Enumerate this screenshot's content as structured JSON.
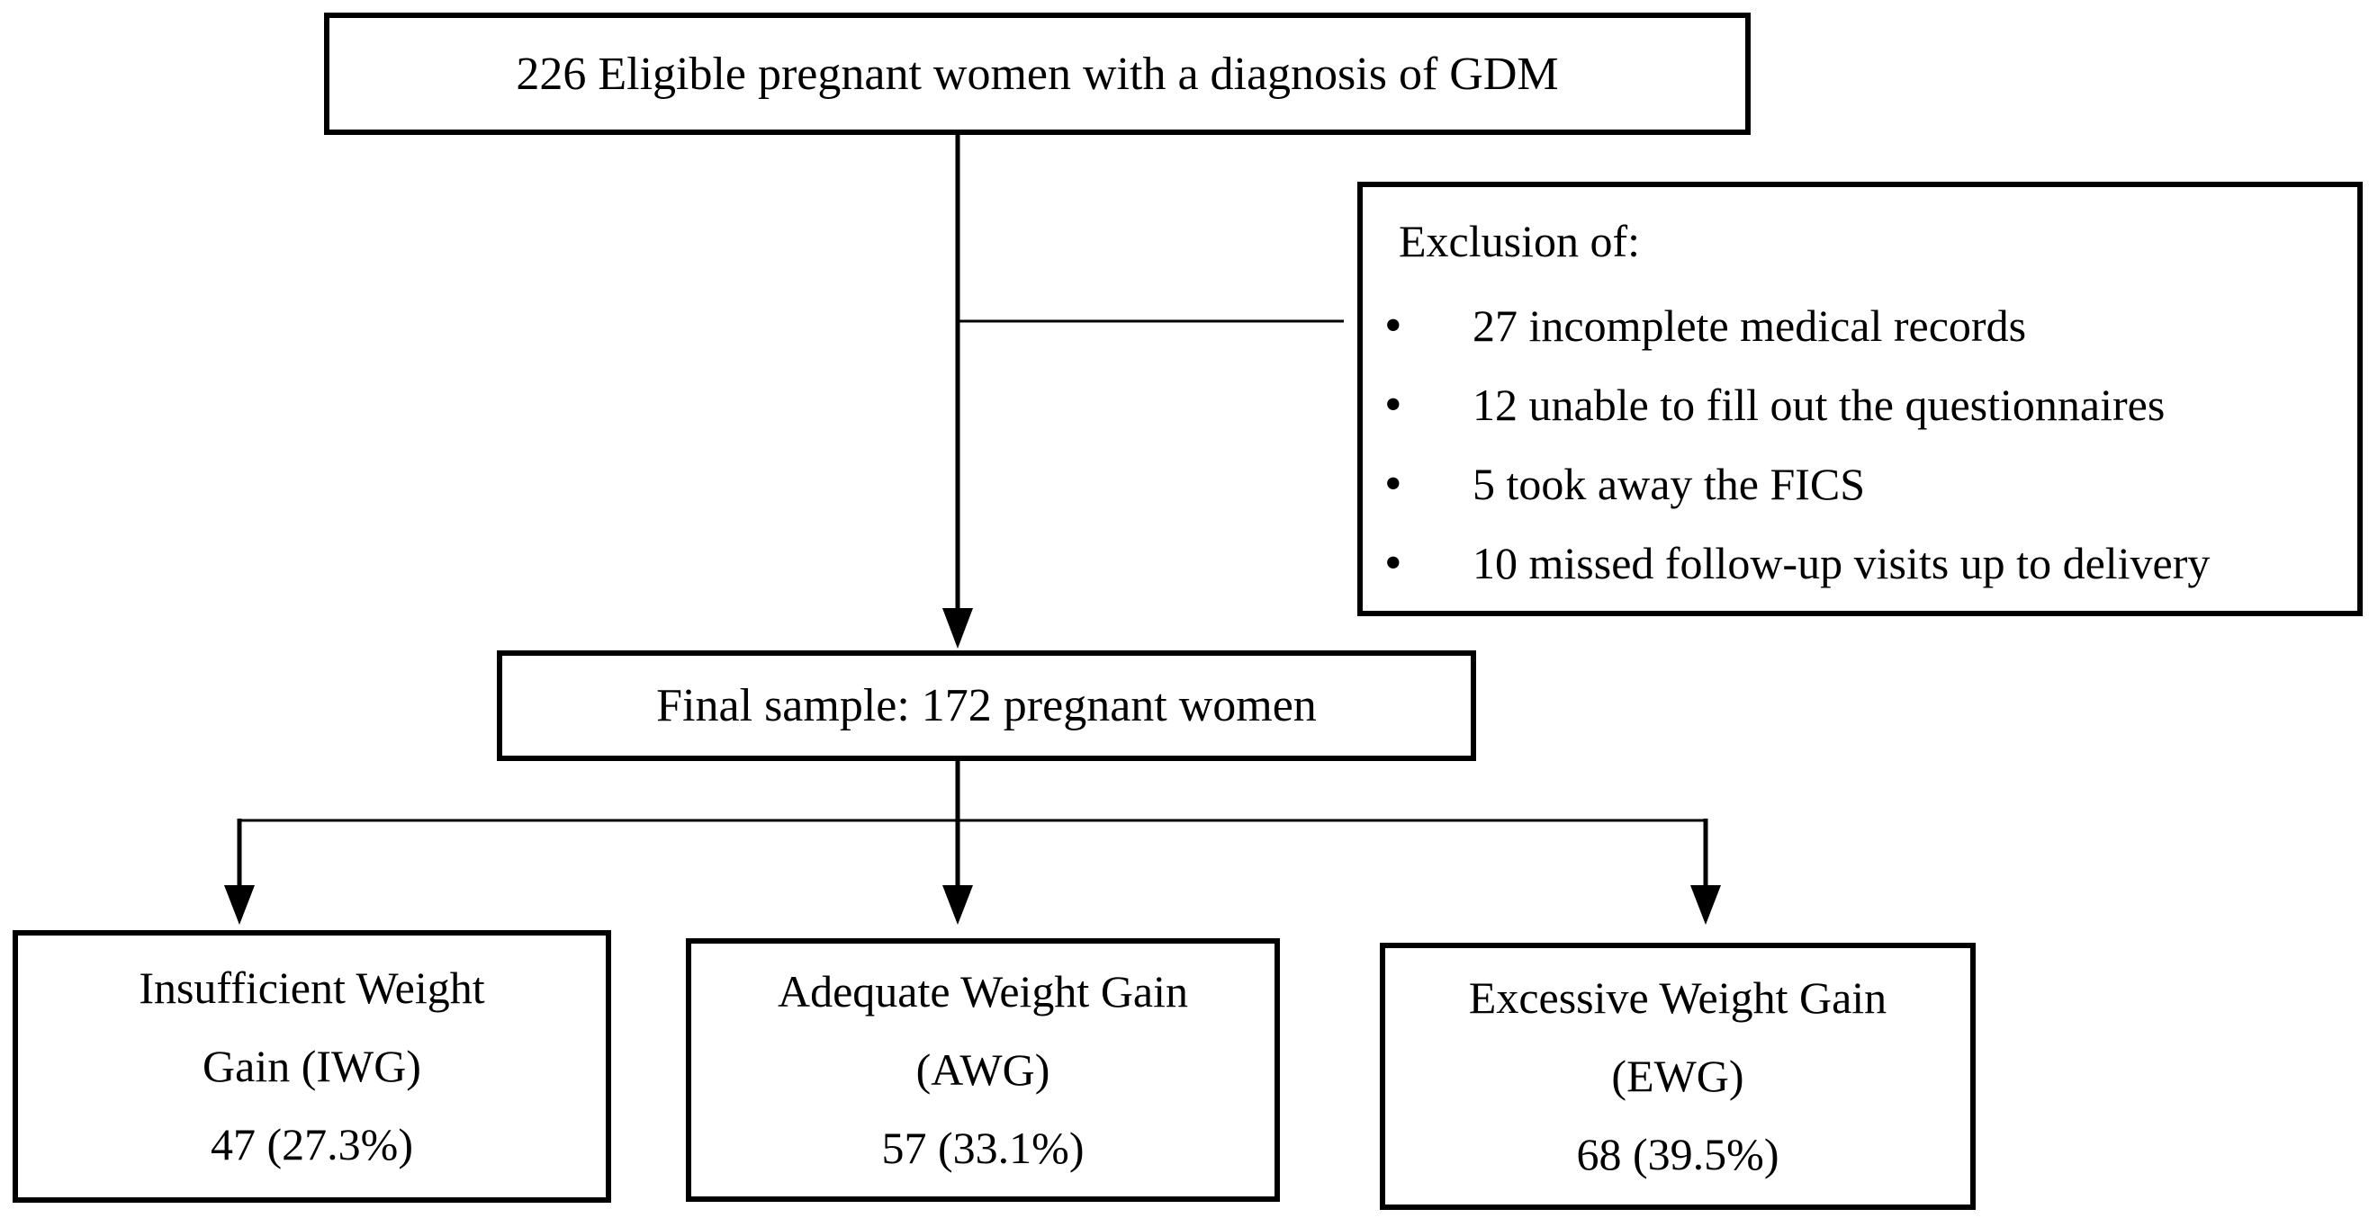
{
  "diagram": {
    "title_box": {
      "text": "226 Eligible pregnant women with a diagnosis of GDM"
    },
    "exclusion_box": {
      "heading": "Exclusion of:",
      "bullet_glyph": "•",
      "items": [
        "27 incomplete medical records",
        "12 unable to fill out the questionnaires",
        "5 took away the FICS",
        "10 missed follow-up visits up to delivery"
      ]
    },
    "final_box": {
      "text": "Final sample: 172 pregnant women"
    },
    "outcome_boxes": [
      {
        "line1": "Insufficient Weight",
        "line2": "Gain (IWG)",
        "line3": "47 (27.3%)"
      },
      {
        "line1": "Adequate Weight Gain",
        "line2": "(AWG)",
        "line3": "57 (33.1%)"
      },
      {
        "line1": "Excessive Weight Gain",
        "line2": "(EWG)",
        "line3": "68 (39.5%)"
      }
    ],
    "colors": {
      "line": "#000000",
      "text": "#000000",
      "background": "#ffffff"
    }
  }
}
